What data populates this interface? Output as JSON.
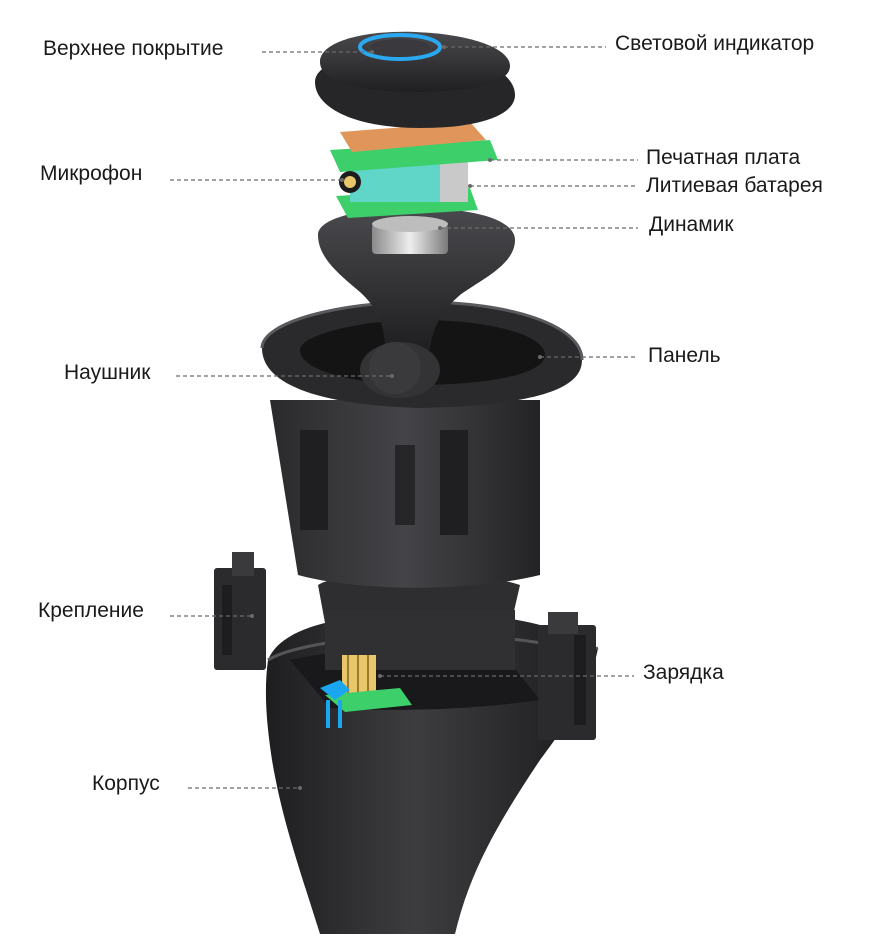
{
  "labels": {
    "top_cover": "Верхнее покрытие",
    "light_indicator": "Световой индикатор",
    "microphone": "Микрофон",
    "pcb": "Печатная плата",
    "battery": "Литиевая батарея",
    "speaker": "Динамик",
    "earpiece": "Наушник",
    "panel": "Панель",
    "mount": "Крепление",
    "charging": "Зарядка",
    "body": "Корпус"
  },
  "colors": {
    "plastic_dark": "#2c2c2e",
    "plastic_mid": "#3c3c3f",
    "plastic_light": "#5a5a5e",
    "led_ring": "#2aa8f0",
    "pcb_orange": "#e0965a",
    "pcb_green": "#3ccf6a",
    "battery_teal": "#5fd6c8",
    "speaker_metal": "#c8c8c8",
    "charge_pins": "#e8c66a",
    "charge_blue": "#1aa6f0"
  }
}
